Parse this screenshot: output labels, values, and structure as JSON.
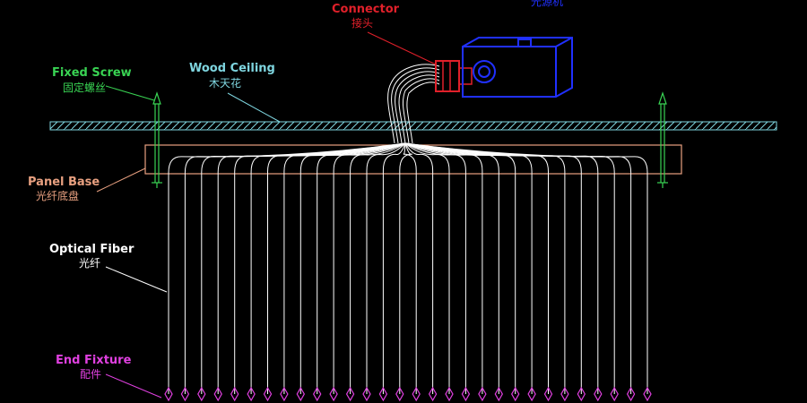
{
  "connector": {
    "en": "Connector",
    "zh": "接头",
    "color": "#e0202a"
  },
  "light_source": {
    "zh": "光源机",
    "color": "#2030ff"
  },
  "fixed_screw": {
    "en": "Fixed Screw",
    "zh": "固定螺丝",
    "color": "#39d353"
  },
  "wood_ceiling": {
    "en": "Wood Ceiling",
    "zh": "木天花",
    "color": "#7fd6e0"
  },
  "panel_base": {
    "en": "Panel Base",
    "zh": "光纤底盘",
    "color": "#e8a080"
  },
  "optical_fiber": {
    "en": "Optical Fiber",
    "zh": "光纤",
    "color": "#ffffff"
  },
  "end_fixture": {
    "en": "End Fixture",
    "zh": "配件",
    "color": "#e040e0"
  },
  "fiber_count": 30
}
